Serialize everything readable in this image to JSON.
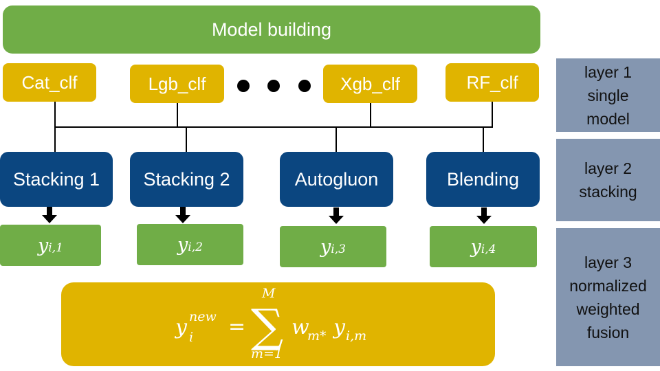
{
  "header": {
    "title": "Model building"
  },
  "classifiers": [
    "Cat_clf",
    "Lgb_clf",
    "Xgb_clf",
    "RF_clf"
  ],
  "ensembles": [
    "Stacking 1",
    "Stacking 2",
    "Autogluon",
    "Blending"
  ],
  "outputs": [
    {
      "var": "y",
      "sub": "i,1"
    },
    {
      "var": "y",
      "sub": "i,2"
    },
    {
      "var": "y",
      "sub": "i,3"
    },
    {
      "var": "y",
      "sub": "i,4"
    }
  ],
  "fusion": {
    "lhs_var": "y",
    "lhs_sub": "i",
    "lhs_sup": "new",
    "equals": "=",
    "sum_upper": "M",
    "sum_lower": "m=1",
    "sigma": "∑",
    "term1_var": "w",
    "term1_sub": "m*",
    "term2_var": "y",
    "term2_sub": "i,m"
  },
  "layers": [
    "layer 1\nsingle\nmodel",
    "layer 2\nstacking",
    "layer 3\nnormalized\nweighted\nfusion"
  ],
  "colors": {
    "green": "#70ad47",
    "gold": "#e0b400",
    "navy": "#0b4680",
    "grey": "#8496b0"
  }
}
